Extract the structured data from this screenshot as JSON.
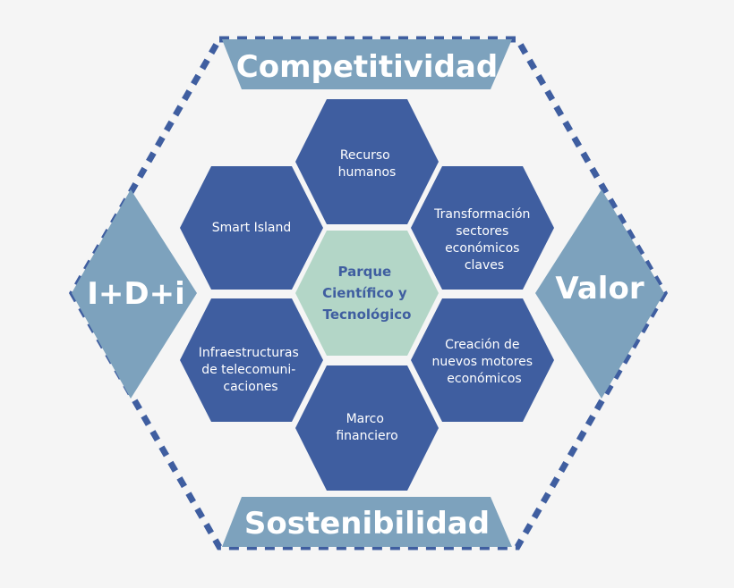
{
  "colors": {
    "background": "#f5f5f5",
    "outline": "#3f5ea0",
    "banner": "#7da2bd",
    "hex_dark": "#3f5ea0",
    "hex_center": "#b3d6c7"
  },
  "banners": {
    "top": "Competitividad",
    "bottom": "Sostenibilidad",
    "left": "I+D+i",
    "right": "Valor"
  },
  "center": {
    "lines": [
      "Parque",
      "Científico y",
      "Tecnológico"
    ]
  },
  "hexagons": [
    {
      "name": "hex-recurso-humanos",
      "lines": [
        "Recurso",
        "humanos"
      ]
    },
    {
      "name": "hex-smart-island",
      "lines": [
        "Smart Island"
      ]
    },
    {
      "name": "hex-transformacion",
      "lines": [
        "Transformación",
        "sectores",
        "económicos",
        "claves"
      ]
    },
    {
      "name": "hex-infraestructuras",
      "lines": [
        "Infraestructuras",
        "de telecomuni-",
        "caciones"
      ]
    },
    {
      "name": "hex-creacion",
      "lines": [
        "Creación de",
        "nuevos motores",
        "económicos"
      ]
    },
    {
      "name": "hex-marco-financiero",
      "lines": [
        "Marco",
        "financiero"
      ]
    }
  ]
}
